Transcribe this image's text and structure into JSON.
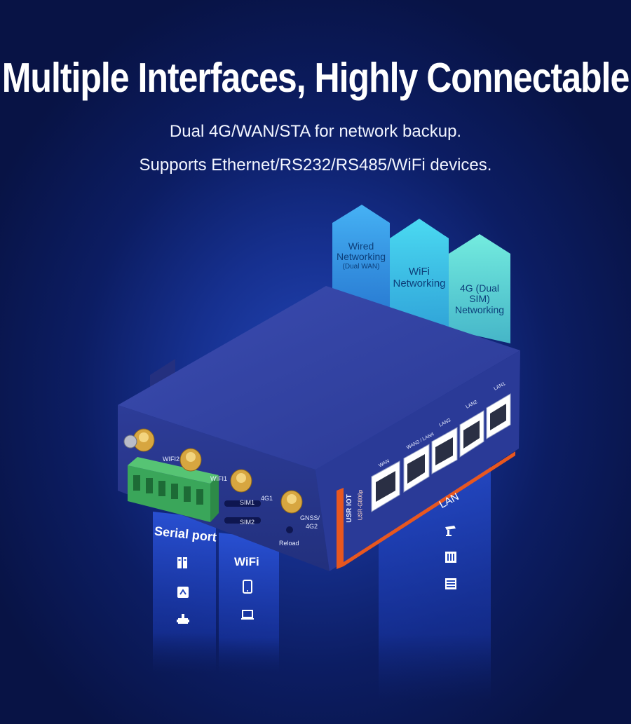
{
  "headline": "Multiple Interfaces, Highly Connectable",
  "subtitle_line1": "Dual 4G/WAN/STA for network backup.",
  "subtitle_line2": "Supports Ethernet/RS232/RS485/WiFi devices.",
  "arrows": [
    {
      "line1": "Wired",
      "line2": "Networking",
      "line3": "(Dual WAN)"
    },
    {
      "line1": "WiFi",
      "line2": "Networking"
    },
    {
      "line1": "4G (Dual SIM)",
      "line2": "Networking"
    }
  ],
  "beams": {
    "serial": "Serial port",
    "wifi": "WiFi",
    "lan": "LAN"
  },
  "device_labels": {
    "wifi2": "WIFI2",
    "wifi1": "WIFI1",
    "sim1": "SIM1",
    "sim2": "SIM2",
    "g1": "4G1",
    "gnss": "GNSS/",
    "g2": "4G2",
    "reload": "Reload",
    "brand": "USR IOT",
    "model": "USR-G806p",
    "wan": "WAN",
    "wan_lan4": "WAN2 / LAN4",
    "lan3": "LAN3",
    "lan2": "LAN2",
    "lan1": "LAN1"
  },
  "icons": {
    "serial": [
      "server-rack-icon",
      "meter-icon",
      "valve-icon"
    ],
    "wifi": [
      "tablet-icon",
      "laptop-icon"
    ],
    "lan": [
      "camera-icon",
      "building-icon",
      "switch-icon"
    ]
  },
  "colors": {
    "background_center": "#2346b8",
    "background_edge": "#081345",
    "device_blue": "#2f3f9e",
    "terminal_green": "#3aa65a",
    "accent_orange": "#e8571f",
    "arrow_wired": "#3fa9f0",
    "arrow_wifi": "#45d3ef",
    "arrow_4g": "#6be6df"
  }
}
